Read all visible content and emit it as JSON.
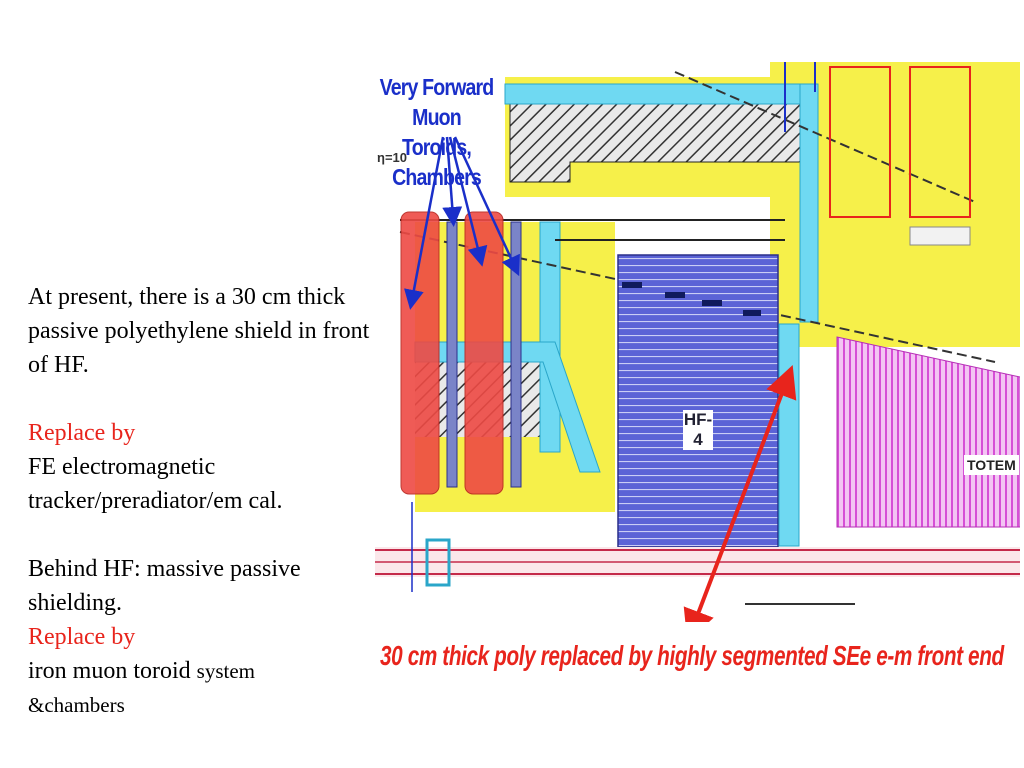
{
  "left_text": {
    "p1": "At present, there is a 30 cm thick passive polyethylene shield in front of HF.",
    "replace1": "Replace by",
    "p2": "FE electromagnetic tracker/preradiator/em cal.",
    "p3": "Behind HF:  massive passive shielding.",
    "replace2": "Replace by",
    "p4_main": "iron muon toroid ",
    "p4_small1": "system",
    "p4_small2": "&chambers"
  },
  "diagram": {
    "label_top": "Very Forward Muon Toroids, Chambers",
    "label_eta": "η=10",
    "label_hf": "HF-4",
    "label_totem": "TOTEM",
    "label_bottom": "30 cm thick poly replaced by highly segmented SEe e-m front end"
  },
  "colors": {
    "accent_red": "#e8241c",
    "label_blue": "#1a2fc9",
    "yellow": "#f6f04a",
    "cyan": "#6fd9f2",
    "hf_blue": "#5b63d6",
    "magenta": "#d64fd6",
    "toroid_red": "#ee4a44"
  }
}
